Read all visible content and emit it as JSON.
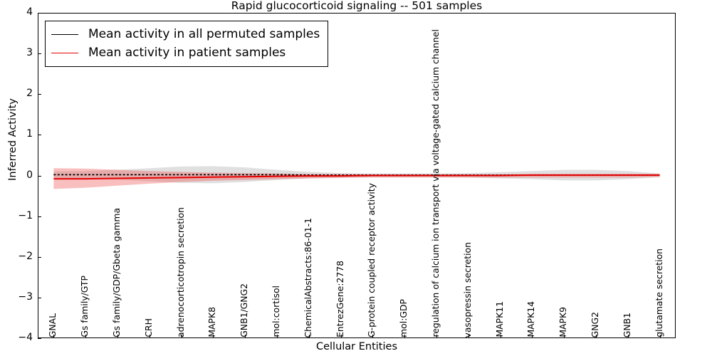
{
  "chart_data": {
    "type": "line",
    "title": "Rapid glucocorticoid signaling -- 501 samples",
    "xlabel": "Cellular Entities",
    "ylabel": "Inferred Activity",
    "ylim": [
      -4,
      4
    ],
    "yticks": [
      -4,
      -3,
      -2,
      -1,
      0,
      1,
      2,
      3,
      4
    ],
    "ytick_labels": [
      "−4",
      "−3",
      "−2",
      "−1",
      "0",
      "1",
      "2",
      "3",
      "4"
    ],
    "grid": false,
    "legend_position": "upper left",
    "legend": [
      {
        "label": "Mean activity in all permuted samples",
        "color": "#000000",
        "style": "line"
      },
      {
        "label": "Mean activity in patient samples",
        "color": "#e60000",
        "style": "line"
      }
    ],
    "categories": [
      "GNAL",
      "Gs family/GTP",
      "Gs family/GDP/Gbeta gamma",
      "CRH",
      "adrenocorticotropin secretion",
      "MAPK8",
      "GNB1/GNG2",
      "mol:cortisol",
      "ChemicalAbstracts:86-01-1",
      "EntrezGene:2778",
      "G-protein coupled receptor activity",
      "mol:GDP",
      "regulation of calcium ion transport via voltage-gated calcium channel",
      "vasopressin secretion",
      "MAPK11",
      "MAPK14",
      "MAPK9",
      "GNG2",
      "GNB1",
      "glutamate secretion"
    ],
    "series": [
      {
        "name": "Mean activity in all permuted samples",
        "color": "#000000",
        "values": [
          0.02,
          0.02,
          0.02,
          0.02,
          0.02,
          0.02,
          0.02,
          0.02,
          0.01,
          0.01,
          0.01,
          0.01,
          0.01,
          0.01,
          0.01,
          0.01,
          0.01,
          0.01,
          0.01,
          0.01
        ],
        "band_color": "#999999",
        "band_alpha": 0.3,
        "band_upper": [
          0.1,
          0.11,
          0.14,
          0.18,
          0.22,
          0.23,
          0.2,
          0.14,
          0.09,
          0.06,
          0.05,
          0.05,
          0.05,
          0.06,
          0.08,
          0.11,
          0.14,
          0.14,
          0.11,
          0.05
        ],
        "band_lower": [
          -0.06,
          -0.07,
          -0.1,
          -0.14,
          -0.18,
          -0.19,
          -0.16,
          -0.11,
          -0.07,
          -0.05,
          -0.04,
          -0.04,
          -0.04,
          -0.05,
          -0.07,
          -0.09,
          -0.12,
          -0.12,
          -0.09,
          -0.04
        ]
      },
      {
        "name": "Mean activity in patient samples",
        "color": "#e60000",
        "values": [
          -0.08,
          -0.08,
          -0.07,
          -0.06,
          -0.05,
          -0.04,
          -0.03,
          -0.02,
          -0.01,
          -0.01,
          0.0,
          0.0,
          0.0,
          0.0,
          0.0,
          0.01,
          0.01,
          0.01,
          0.01,
          0.01
        ],
        "band_color": "#f06060",
        "band_alpha": 0.4,
        "band_upper": [
          0.18,
          0.17,
          0.14,
          0.11,
          0.09,
          0.07,
          0.06,
          0.05,
          0.04,
          0.04,
          0.03,
          0.03,
          0.03,
          0.03,
          0.03,
          0.04,
          0.04,
          0.04,
          0.04,
          0.04
        ],
        "band_lower": [
          -0.33,
          -0.3,
          -0.25,
          -0.2,
          -0.16,
          -0.13,
          -0.11,
          -0.09,
          -0.07,
          -0.06,
          -0.05,
          -0.05,
          -0.05,
          -0.05,
          -0.05,
          -0.05,
          -0.05,
          -0.05,
          -0.05,
          -0.04
        ]
      }
    ]
  },
  "colors": {
    "black_line": "#000000",
    "red_line": "#e60000",
    "gray_band": "#999999",
    "red_band": "#f06060",
    "axis": "#000000",
    "background": "#ffffff"
  }
}
